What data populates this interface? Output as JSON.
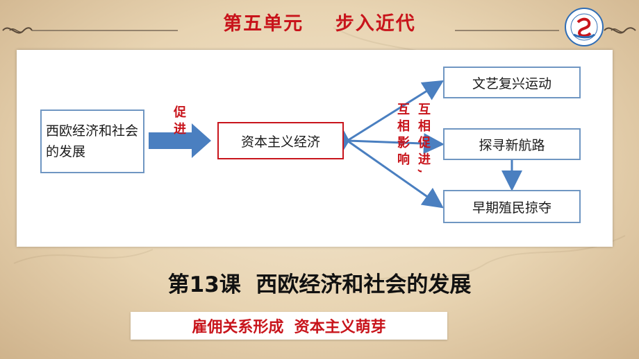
{
  "header": {
    "unit_title": "第五单元    步入近代"
  },
  "diagram": {
    "source_box": "西欧经济和社会的发展",
    "promote_label": "促进",
    "center_box": "资本主义经济",
    "mutual_influence_label": "互相影响",
    "mutual_promote_label": "互相促进,",
    "right_boxes": [
      "文艺复兴运动",
      "探寻新航路",
      "早期殖民掠夺"
    ]
  },
  "lesson": {
    "title": "第13课  西欧经济和社会的发展",
    "subtitle": "雇佣关系形成  资本主义萌芽"
  },
  "colors": {
    "title_red": "#c8141b",
    "arrow_blue": "#4a7fc0",
    "box_border": "#6f96c2",
    "background": "#efe0c4"
  }
}
